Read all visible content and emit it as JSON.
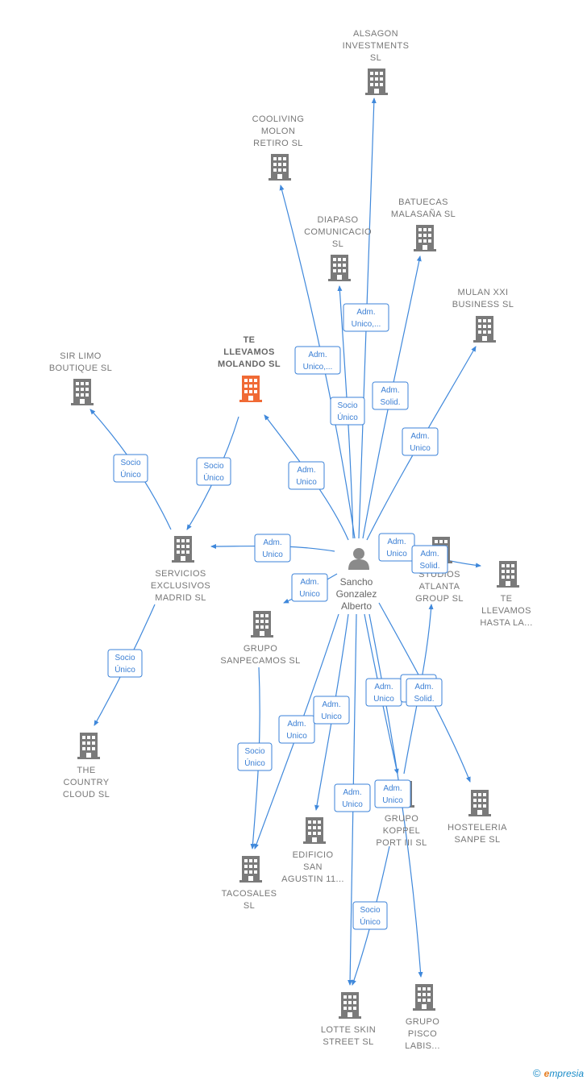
{
  "colors": {
    "edge": "#3f88db",
    "building": "#7a7a7a",
    "highlight": "#f06a35",
    "person": "#8a8a8a",
    "badge_border": "#3b82d8",
    "badge_text": "#3b7fd4"
  },
  "person": {
    "lines": [
      "Sancho",
      "Gonzalez",
      "Alberto"
    ],
    "icon": "person-icon"
  },
  "nodes": [
    {
      "id": "alsagon",
      "lines": [
        "ALSAGON",
        "INVESTMENTS",
        "SL"
      ]
    },
    {
      "id": "cooliving",
      "lines": [
        "COOLIVING",
        "MOLON",
        "RETIRO  SL"
      ]
    },
    {
      "id": "batuecas",
      "lines": [
        "BATUECAS",
        "MALASAÑA  SL"
      ]
    },
    {
      "id": "diapaso",
      "lines": [
        "DIAPASO",
        "COMUNICACIO",
        "SL"
      ]
    },
    {
      "id": "mulan",
      "lines": [
        "MULAN XXI",
        "BUSINESS  SL"
      ]
    },
    {
      "id": "te-llevamos-molando",
      "lines": [
        "TE",
        "LLEVAMOS",
        "MOLANDO  SL"
      ],
      "highlight": true
    },
    {
      "id": "sir-limo",
      "lines": [
        "SIR LIMO",
        "BOUTIQUE  SL"
      ]
    },
    {
      "id": "servicios",
      "lines": [
        "SERVICIOS",
        "EXCLUSIVOS",
        "MADRID  SL"
      ]
    },
    {
      "id": "studios",
      "lines": [
        "STUDIOS",
        "ATLANTA",
        "GROUP  SL"
      ]
    },
    {
      "id": "te-llevamos-hasta",
      "lines": [
        "TE",
        "LLEVAMOS",
        "HASTA LA..."
      ]
    },
    {
      "id": "sanpecamos",
      "lines": [
        "GRUPO",
        "SANPECAMOS SL"
      ]
    },
    {
      "id": "country",
      "lines": [
        "THE",
        "COUNTRY",
        "CLOUD  SL"
      ]
    },
    {
      "id": "koppel",
      "lines": [
        "GRUPO",
        "KOPPEL",
        "PORT III  SL"
      ]
    },
    {
      "id": "hosteleria",
      "lines": [
        "HOSTELERIA",
        "SANPE  SL"
      ]
    },
    {
      "id": "edificio",
      "lines": [
        "EDIFICIO",
        "SAN",
        "AGUSTIN 11..."
      ]
    },
    {
      "id": "tacosales",
      "lines": [
        "TACOSALES",
        "SL"
      ]
    },
    {
      "id": "lotte",
      "lines": [
        "LOTTE SKIN",
        "STREET  SL"
      ]
    },
    {
      "id": "pisco",
      "lines": [
        "GRUPO",
        "PISCO",
        "LABIS..."
      ]
    }
  ],
  "badges": [
    {
      "id": "b-alsagon",
      "lines": [
        "Adm.",
        "Unico,..."
      ]
    },
    {
      "id": "b-cooliving",
      "lines": [
        "Adm.",
        "Unico,..."
      ]
    },
    {
      "id": "b-batuecas",
      "lines": [
        "Adm.",
        "Solid."
      ]
    },
    {
      "id": "b-diapaso",
      "lines": [
        "Socio",
        "Único"
      ]
    },
    {
      "id": "b-mulan",
      "lines": [
        "Adm.",
        "Unico"
      ]
    },
    {
      "id": "b-molando",
      "lines": [
        "Adm.",
        "Unico"
      ]
    },
    {
      "id": "b-molando-serv",
      "lines": [
        "Socio",
        "Único"
      ]
    },
    {
      "id": "b-sirlimo",
      "lines": [
        "Socio",
        "Único"
      ]
    },
    {
      "id": "b-servicios",
      "lines": [
        "Adm.",
        "Unico"
      ]
    },
    {
      "id": "b-sanpecamos",
      "lines": [
        "Adm.",
        "Unico"
      ]
    },
    {
      "id": "b-studios",
      "lines": [
        "Adm.",
        "Unico"
      ]
    },
    {
      "id": "b-hasta",
      "lines": [
        "Adm.",
        "Solid."
      ]
    },
    {
      "id": "b-country",
      "lines": [
        "Socio",
        "Único"
      ]
    },
    {
      "id": "b-tacosales-socio",
      "lines": [
        "Socio",
        "Único"
      ]
    },
    {
      "id": "b-tacosales-adm",
      "lines": [
        "Adm.",
        "Unico"
      ]
    },
    {
      "id": "b-edificio",
      "lines": [
        "Adm.",
        "Unico"
      ]
    },
    {
      "id": "b-lotte",
      "lines": [
        "Adm.",
        "Unico"
      ]
    },
    {
      "id": "b-koppel-adm",
      "lines": [
        "Adm.",
        "Unico"
      ]
    },
    {
      "id": "b-koppel-solid",
      "lines": [
        "Adm.",
        "Solid."
      ]
    },
    {
      "id": "b-koppel-unico",
      "lines": [
        "Adm.",
        "Unico"
      ]
    },
    {
      "id": "b-lotte-socio",
      "lines": [
        "Socio",
        "Único"
      ]
    }
  ],
  "footer": {
    "copyright": "©",
    "brand_e": "e",
    "brand_rest": "mpresia"
  }
}
